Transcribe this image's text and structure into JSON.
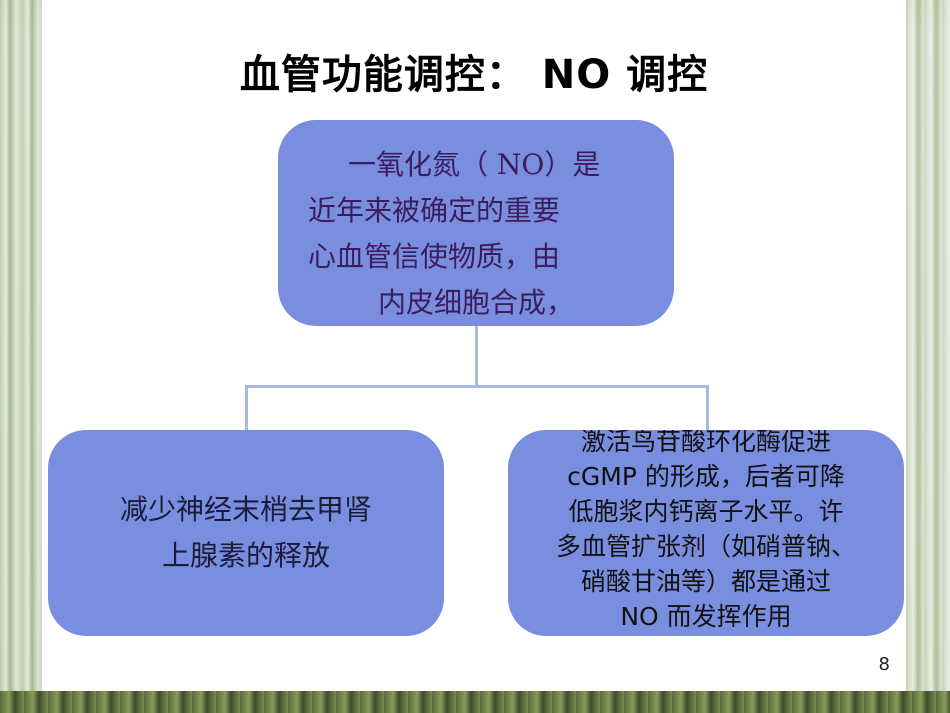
{
  "slide": {
    "title": "血管功能调控： NO 调控",
    "top_box": {
      "lines": [
        "一氧化氮（ NO）是",
        "近年来被确定的重要",
        "心血管信使物质，由",
        "内皮细胞合成，"
      ]
    },
    "left_box": {
      "lines": [
        "减少神经末梢去甲肾",
        "上腺素的释放"
      ]
    },
    "right_box": {
      "lines": [
        "激活鸟苷酸环化酶促进",
        "cGMP 的形成，后者可降",
        "低胞浆内钙离子水平。许",
        "多血管扩张剂（如硝普钠、",
        "硝酸甘油等）都是通过",
        "NO 而发挥作用"
      ]
    },
    "page_number": "8"
  },
  "colors": {
    "box_fill": "#7a8ee0",
    "connector": "#a9b6e8",
    "top_text": "#3b1d5e"
  }
}
